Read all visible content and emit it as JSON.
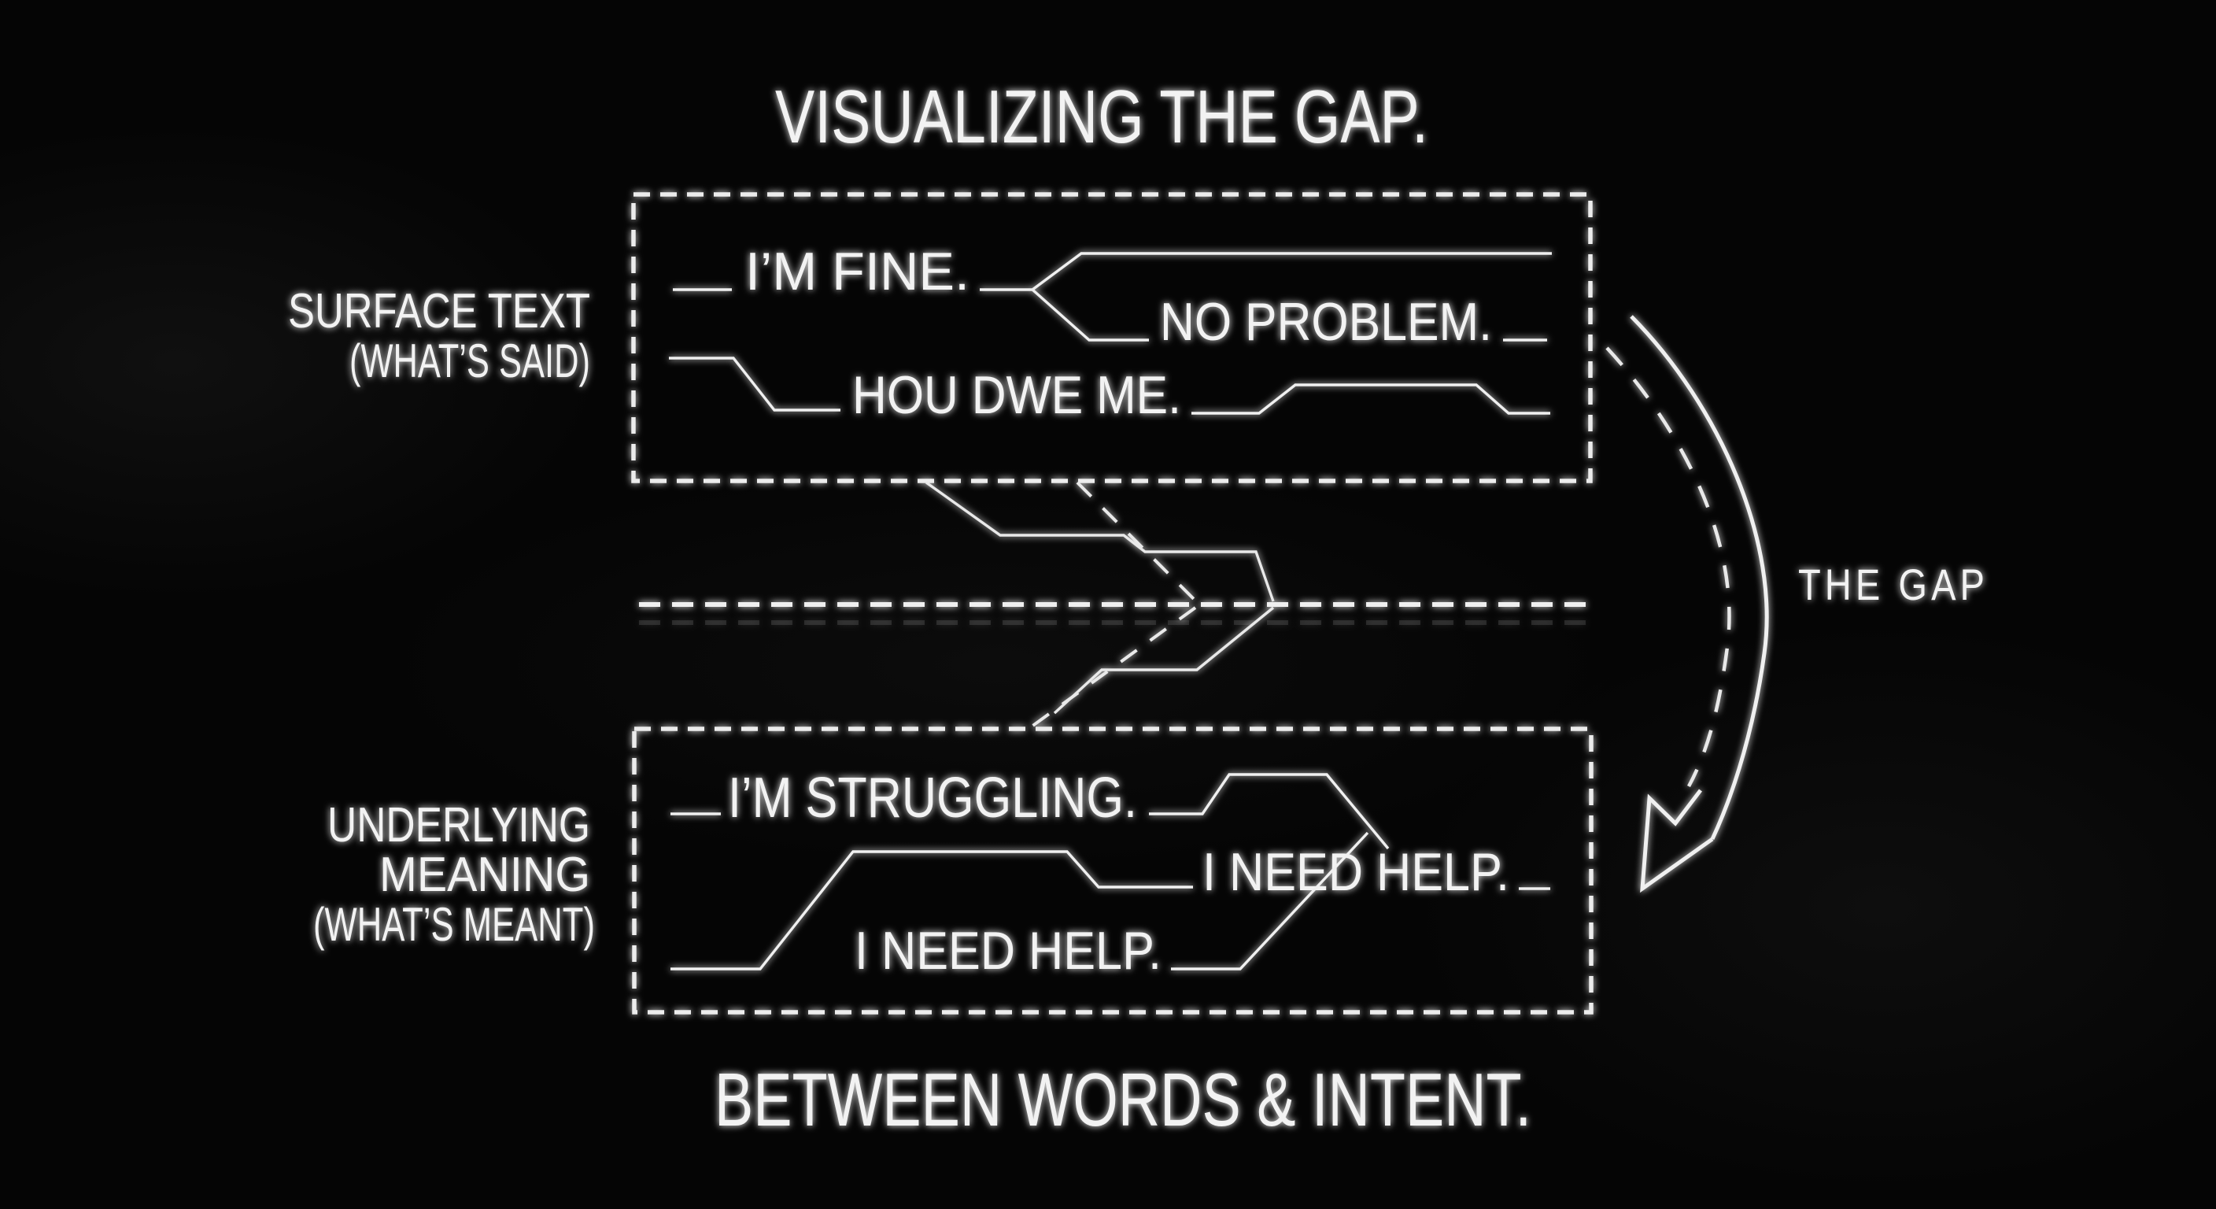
{
  "canvas": {
    "background_color": "#050505",
    "ink_color": "#f2f2f2"
  },
  "title": "VISUALIZING THE GAP.",
  "footer": "BETWEEN WORDS & INTENT.",
  "gap_arrow_label": "THE GAP",
  "surface_section": {
    "label_line1": "SURFACE TEXT",
    "label_line2": "(WHAT’S SAID)",
    "items": [
      "I’M FINE.",
      "NO PROBLEM.",
      "HOU DWE ME."
    ]
  },
  "underlying_section": {
    "label_line1": "UNDERLYING",
    "label_line2": "MEANING",
    "label_line3": "(WHAT’S MEANT)",
    "items": [
      "I’M STRUGGLING.",
      "I NEED HELP.",
      "I NEED HELP."
    ]
  }
}
